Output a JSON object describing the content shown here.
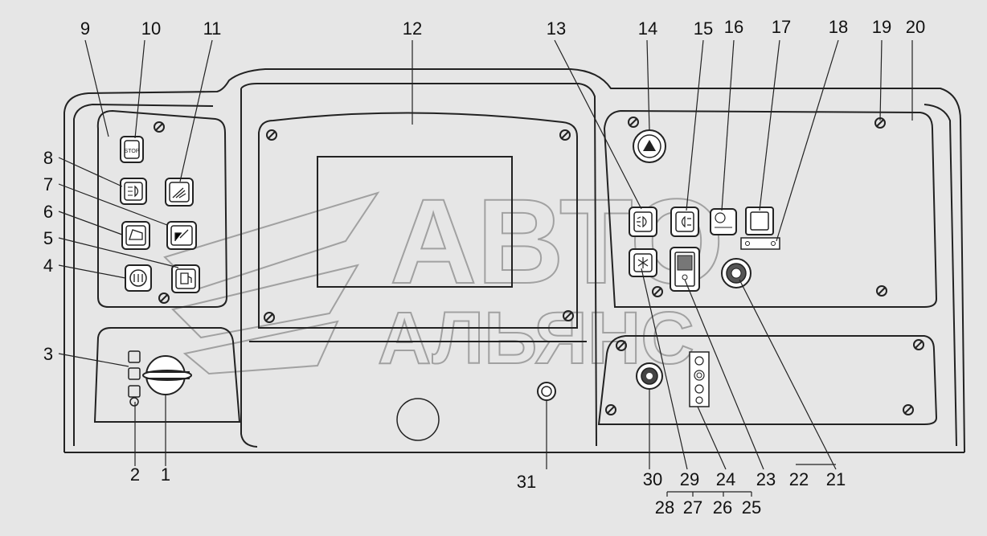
{
  "watermark": {
    "line1": "АВТО",
    "line2": "АЛЬЯНС"
  },
  "callouts": {
    "c1": "1",
    "c2": "2",
    "c3": "3",
    "c4": "4",
    "c5": "5",
    "c6": "6",
    "c7": "7",
    "c8": "8",
    "c9": "9",
    "c10": "10",
    "c11": "11",
    "c12": "12",
    "c13": "13",
    "c14": "14",
    "c15": "15",
    "c16": "16",
    "c17": "17",
    "c18": "18",
    "c19": "19",
    "c20": "20",
    "c21": "21",
    "c22": "22",
    "c23": "23",
    "c24": "24",
    "c25": "25",
    "c26": "26",
    "c27": "27",
    "c28": "28",
    "c29": "29",
    "c30": "30",
    "c31": "31"
  },
  "icons": {
    "stop_label": "STOP"
  }
}
